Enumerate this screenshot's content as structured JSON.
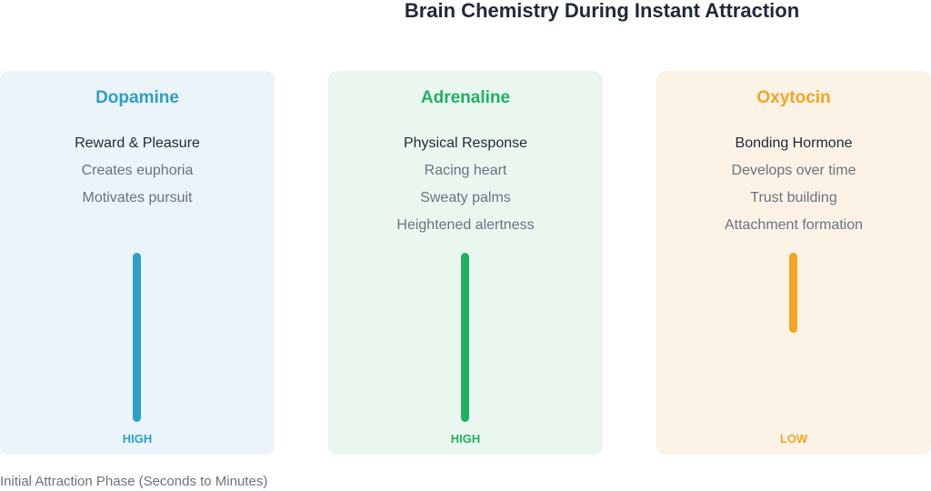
{
  "title": "Brain Chemistry During Instant Attraction",
  "footer": "Initial Attraction Phase (Seconds to Minutes)",
  "cards": [
    {
      "name": "Dopamine",
      "heading": "Reward & Pleasure",
      "points": [
        "Creates euphoria",
        "Motivates pursuit"
      ],
      "level_label": "HIGH",
      "level": 0.95,
      "color": "#2e9fc7",
      "background": "#eaf4f9"
    },
    {
      "name": "Adrenaline",
      "heading": "Physical Response",
      "points": [
        "Racing heart",
        "Sweaty palms",
        "Heightened alertness"
      ],
      "level_label": "HIGH",
      "level": 0.95,
      "color": "#21b062",
      "background": "#e9f7ef"
    },
    {
      "name": "Oxytocin",
      "heading": "Bonding Hormone",
      "points": [
        "Develops over time",
        "Trust building",
        "Attachment formation"
      ],
      "level_label": "LOW",
      "level": 0.45,
      "color": "#f5a422",
      "background": "#fdf2e6"
    }
  ]
}
